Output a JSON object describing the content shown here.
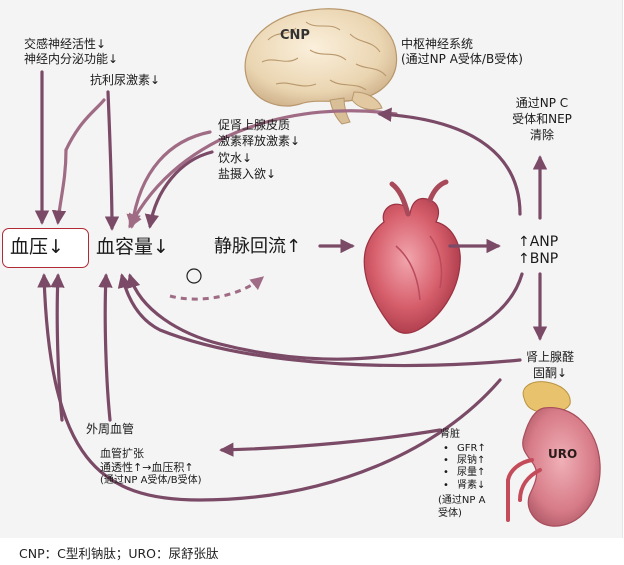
{
  "labels": {
    "sympathetic": "交感神经活性↓",
    "endocrine": "神经内分泌功能↓",
    "antidiuretic": "抗利尿激素↓",
    "acth_line1": "促肾上腺皮质",
    "acth_line2": "激素释放激素↓",
    "drinking": "饮水↓",
    "salt": "盐摄入欲↓",
    "blood_pressure": "血压↓",
    "blood_volume": "血容量↓",
    "venous_return": "静脉回流↑",
    "inhibit": "⊖",
    "anp": "↑ANP",
    "bnp": "↑BNP",
    "cns_line1": "中枢神经系统",
    "cns_line2": "(通过NP A受体/B受体)",
    "clear_line1": "通过NP C",
    "clear_line2": "受体和NEP",
    "clear_line3": "清除",
    "aldo_line1": "肾上腺醛",
    "aldo_line2": "固酮↓",
    "peripheral": "外周血管",
    "vaso_line1": "血管扩张",
    "vaso_line2": "通透性↑→血压积↑",
    "vaso_line3": "(通过NP A受体/B受体)",
    "kidney_title": "肾脏",
    "kidney_items": [
      "GFR↑",
      "尿钠↑",
      "尿量↑",
      "肾素↓"
    ],
    "kidney_note1": "(通过NP A",
    "kidney_note2": "受体)",
    "cnp_tag": "CNP",
    "uro_tag": "URO",
    "caption": "CNP：C型利钠肽；URO：尿舒张肽"
  },
  "colors": {
    "arrow": "#7a4a66",
    "arrow_light": "#a06c85",
    "box_border": "#b02a36",
    "heart": "#c8505c",
    "brain": "#ecdcc0",
    "kidney": "#cf7a86",
    "adrenal": "#e6c26a"
  }
}
